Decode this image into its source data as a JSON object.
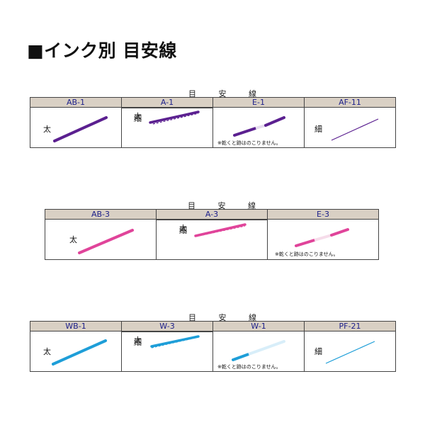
{
  "title": "■インク別 目安線",
  "tables": [
    {
      "label": "目 安 線",
      "columns": [
        {
          "header": "AB-1",
          "thick_label": "太"
        },
        {
          "header": "A-1",
          "thick_label": "太",
          "thin_label": "細"
        },
        {
          "header": "E-1",
          "note": "※乾くと跡はのこりません。"
        },
        {
          "header": "AF-11",
          "thin_label": "細"
        }
      ],
      "colors": {
        "ink": "#5b2090"
      }
    },
    {
      "label": "目 安 線",
      "columns": [
        {
          "header": "AB-3",
          "thick_label": "太"
        },
        {
          "header": "A-3",
          "thick_label": "太",
          "thin_label": "細"
        },
        {
          "header": "E-3",
          "note": "※乾くと跡はのこりません。"
        }
      ],
      "colors": {
        "ink": "#e0449a"
      }
    },
    {
      "label": "目 安 線",
      "columns": [
        {
          "header": "WB-1",
          "thick_label": "太"
        },
        {
          "header": "W-3",
          "thick_label": "太",
          "thin_label": "細"
        },
        {
          "header": "W-1",
          "note": "※乾くと跡はのこりません。"
        },
        {
          "header": "PF-21",
          "thin_label": "細"
        }
      ],
      "colors": {
        "ink": "#1e9ed8"
      }
    }
  ]
}
